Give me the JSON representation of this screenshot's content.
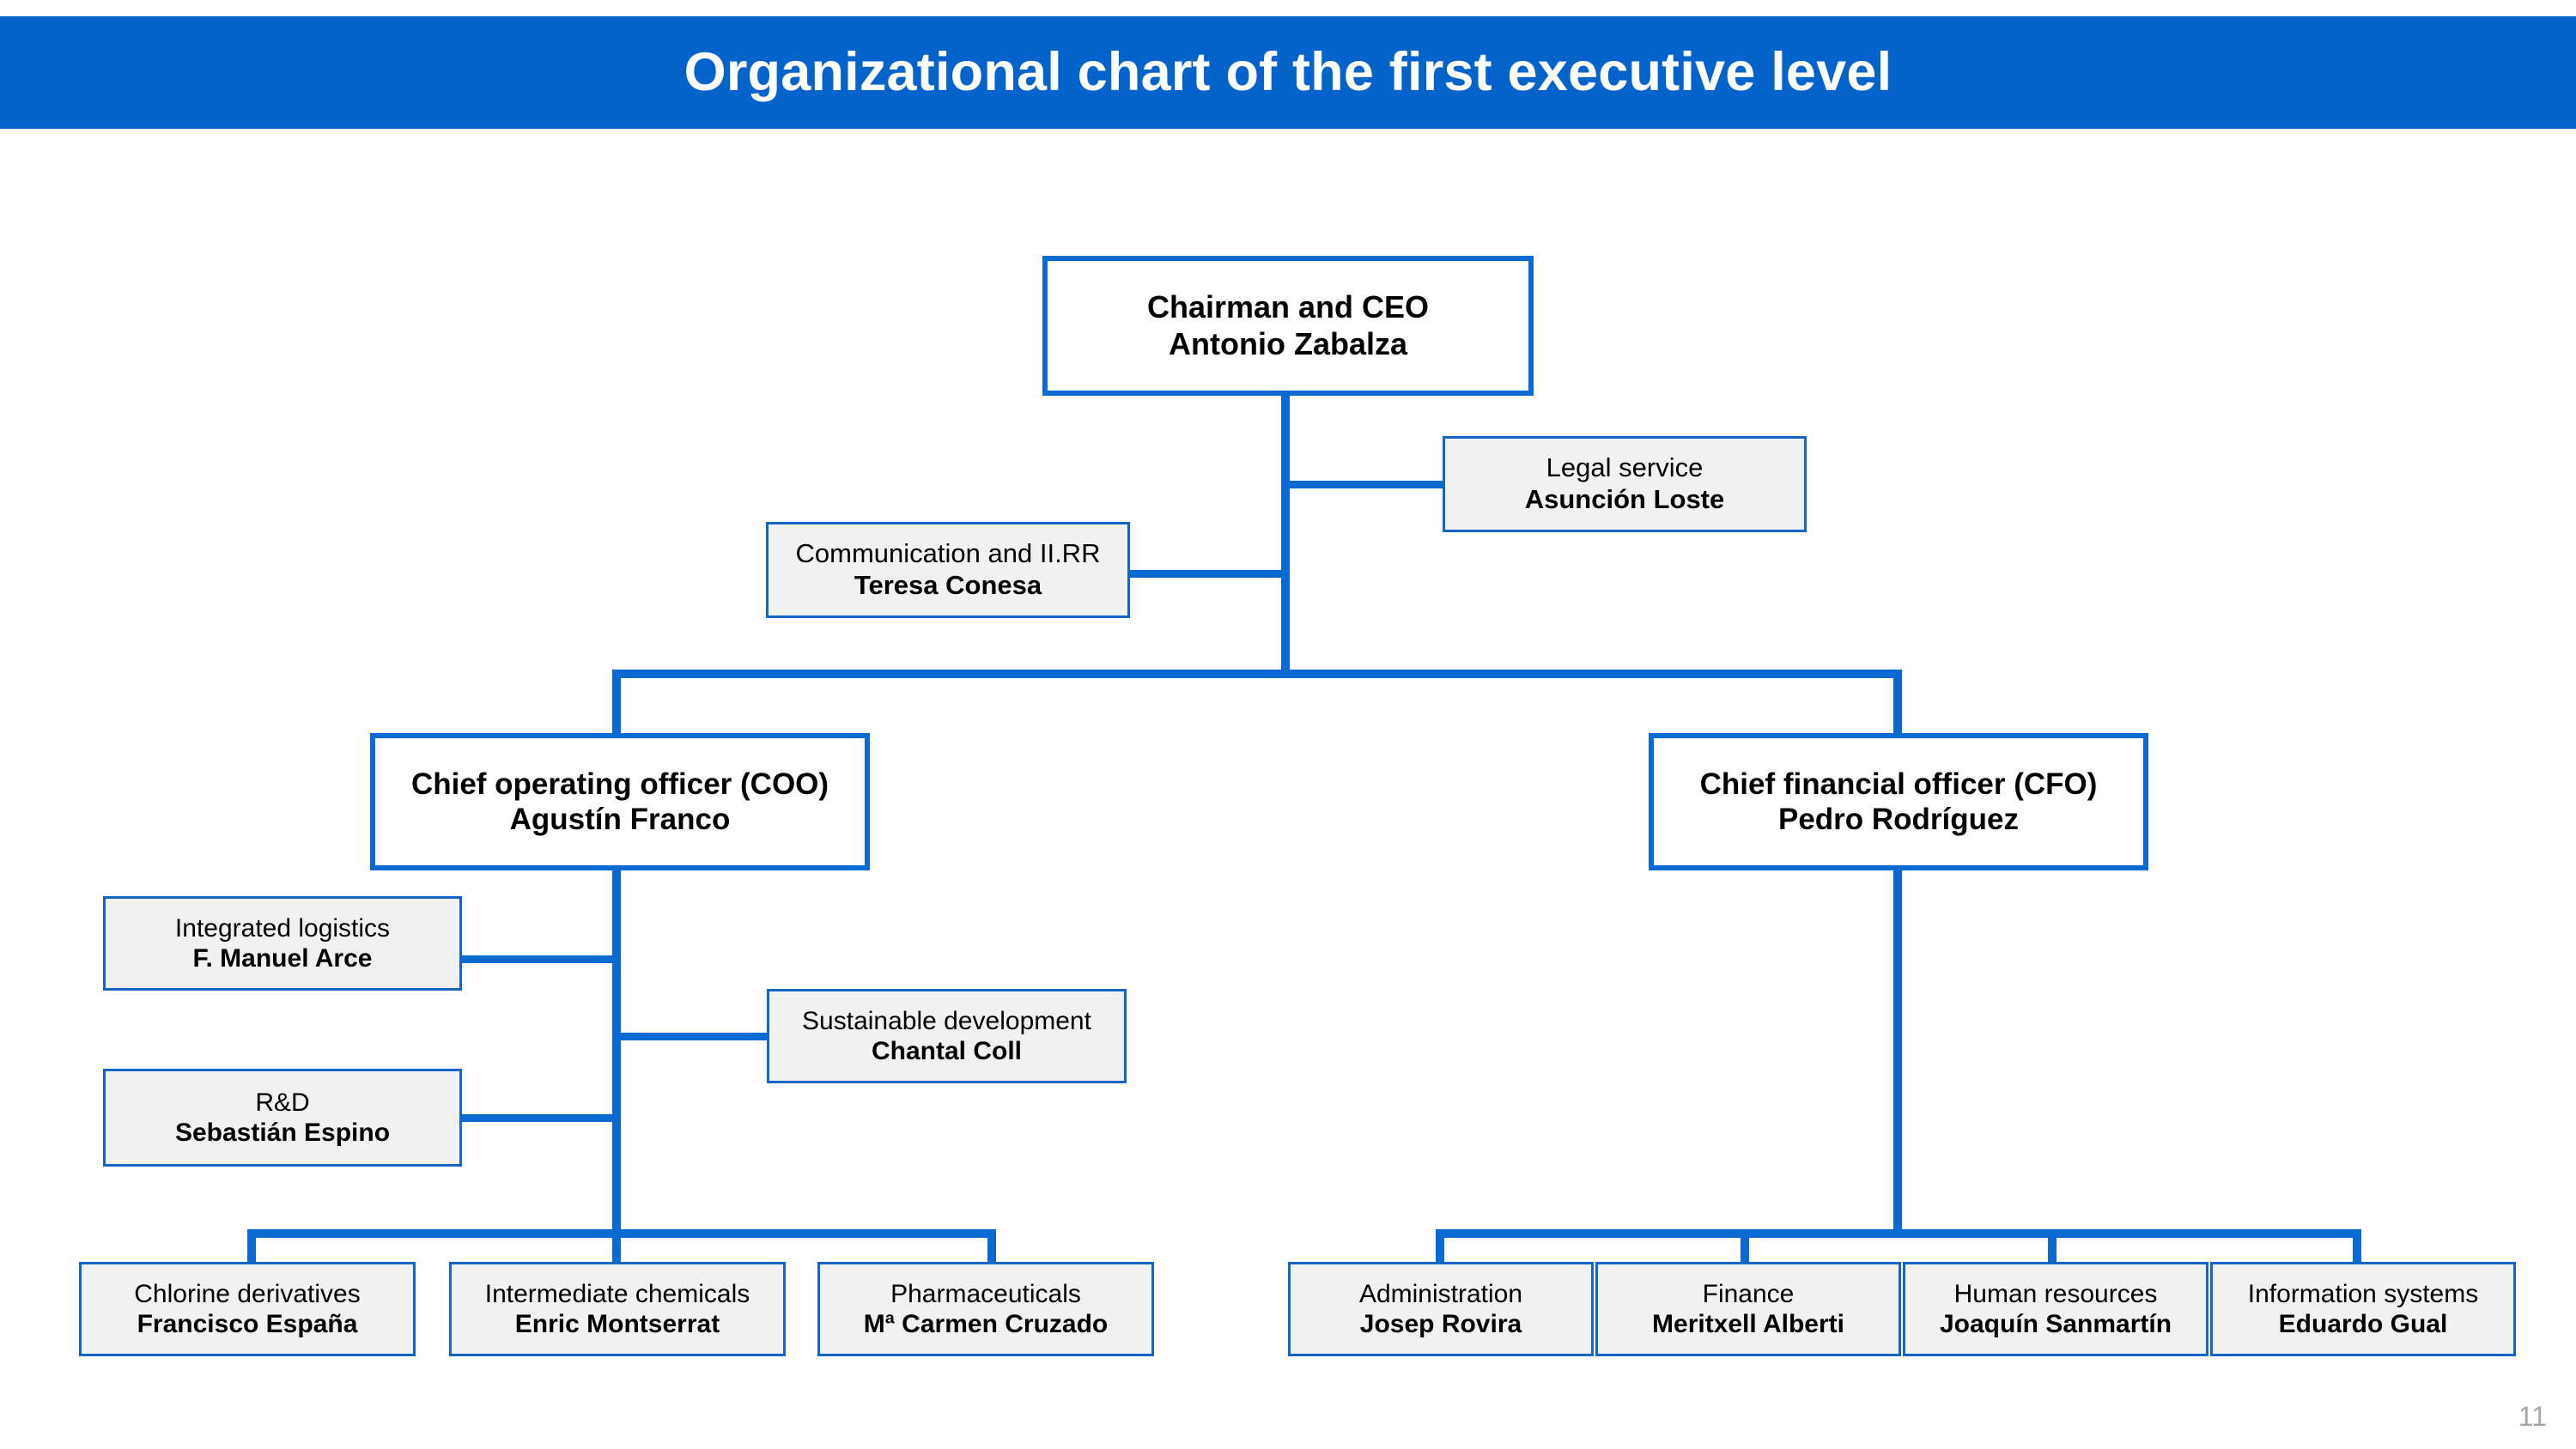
{
  "header": {
    "title": "Organizational chart of the first executive level",
    "band_color": "#0463cb",
    "title_color": "#ffffff"
  },
  "theme": {
    "line_color": "#0b6ad1",
    "exec_border_color": "#0b6ad1",
    "exec_fill": "#ffffff",
    "unit_border_color": "#1565c9",
    "unit_fill": "#f1f1f1",
    "text_color": "#000000",
    "page_number_color": "#a6a6a6"
  },
  "chart_data": {
    "type": "org-chart",
    "title": "Organizational chart of the first executive level",
    "nodes": [
      {
        "id": "ceo",
        "role": "Chairman and CEO",
        "person": "Antonio Zabalza",
        "level": 0,
        "kind": "executive",
        "parent": null
      },
      {
        "id": "legal",
        "role": "Legal service",
        "person": "Asunción Loste",
        "level": 1,
        "kind": "staff",
        "parent": "ceo"
      },
      {
        "id": "communication",
        "role": "Communication and II.RR",
        "person": "Teresa Conesa",
        "level": 1,
        "kind": "staff",
        "parent": "ceo"
      },
      {
        "id": "coo",
        "role": "Chief operating officer (COO)",
        "person": "Agustín Franco",
        "level": 1,
        "kind": "executive",
        "parent": "ceo"
      },
      {
        "id": "cfo",
        "role": "Chief financial officer (CFO)",
        "person": "Pedro Rodríguez",
        "level": 1,
        "kind": "executive",
        "parent": "ceo"
      },
      {
        "id": "logistics",
        "role": "Integrated logistics",
        "person": "F. Manuel Arce",
        "level": 2,
        "kind": "staff",
        "parent": "coo"
      },
      {
        "id": "sustainable",
        "role": "Sustainable development",
        "person": "Chantal Coll",
        "level": 2,
        "kind": "staff",
        "parent": "coo"
      },
      {
        "id": "rd",
        "role": "R&D",
        "person": "Sebastián Espino",
        "level": 2,
        "kind": "staff",
        "parent": "coo"
      },
      {
        "id": "chlorine",
        "role": "Chlorine derivatives",
        "person": "Francisco España",
        "level": 3,
        "kind": "division",
        "parent": "coo"
      },
      {
        "id": "intermediate",
        "role": "Intermediate chemicals",
        "person": "Enric Montserrat",
        "level": 3,
        "kind": "division",
        "parent": "coo"
      },
      {
        "id": "pharma",
        "role": "Pharmaceuticals",
        "person": "Mª Carmen Cruzado",
        "level": 3,
        "kind": "division",
        "parent": "coo"
      },
      {
        "id": "administration",
        "role": "Administration",
        "person": "Josep Rovira",
        "level": 3,
        "kind": "division",
        "parent": "cfo"
      },
      {
        "id": "finance",
        "role": "Finance",
        "person": "Meritxell Alberti",
        "level": 3,
        "kind": "division",
        "parent": "cfo"
      },
      {
        "id": "hr",
        "role": "Human resources",
        "person": "Joaquín Sanmartín",
        "level": 3,
        "kind": "division",
        "parent": "cfo"
      },
      {
        "id": "it",
        "role": "Information systems",
        "person": "Eduardo Gual",
        "level": 3,
        "kind": "division",
        "parent": "cfo"
      }
    ]
  },
  "footer": {
    "page_number": "11"
  }
}
